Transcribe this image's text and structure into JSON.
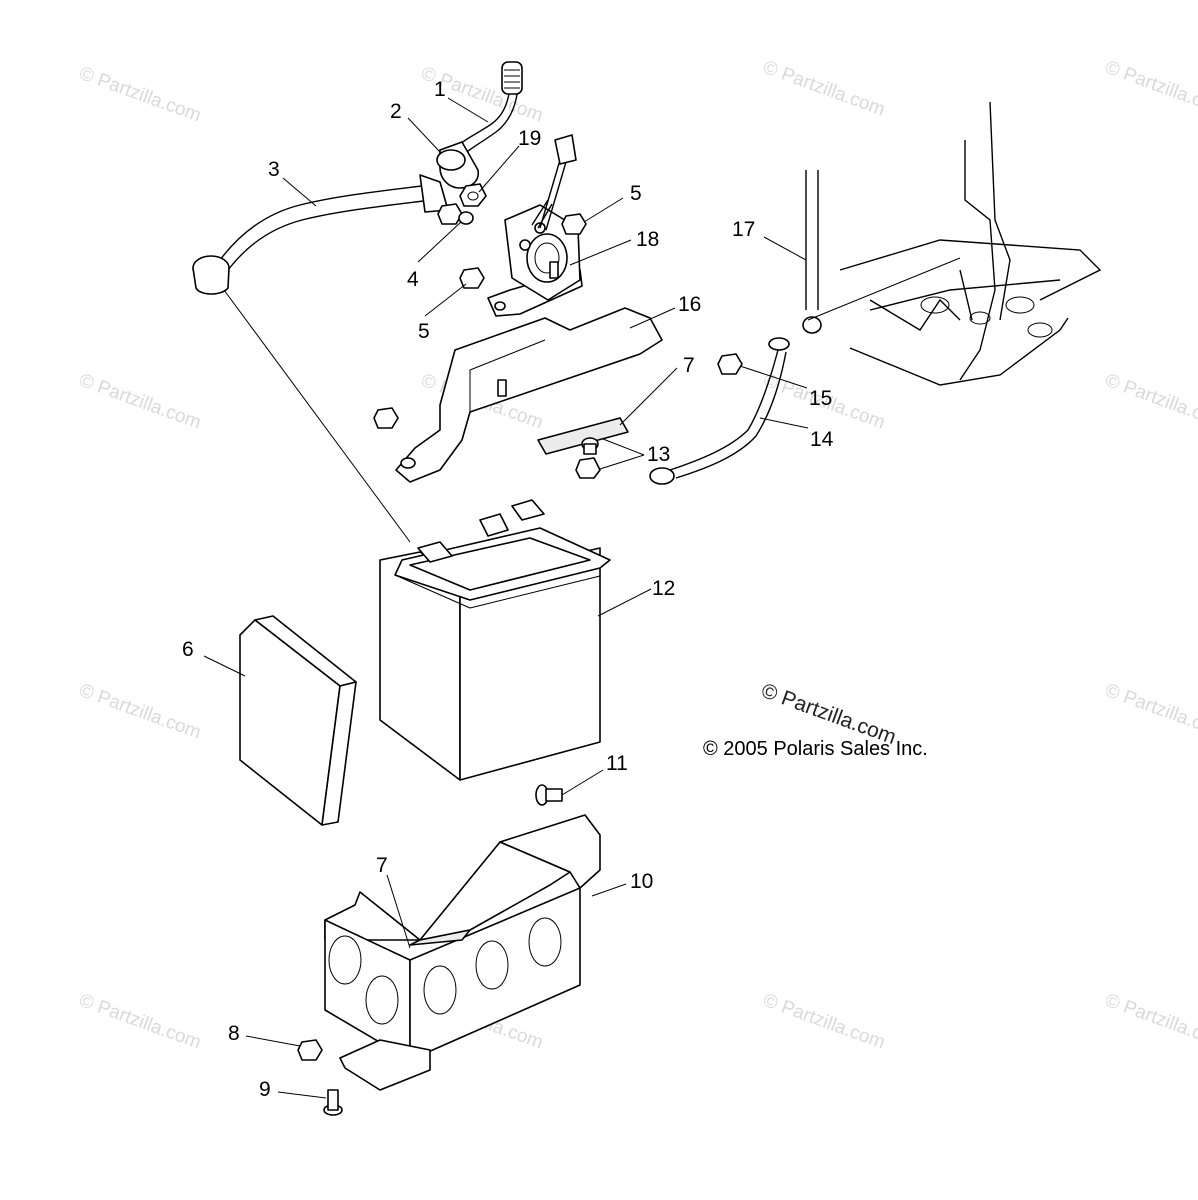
{
  "callouts": [
    {
      "id": "1",
      "label": "1"
    },
    {
      "id": "2",
      "label": "2"
    },
    {
      "id": "3",
      "label": "3"
    },
    {
      "id": "19",
      "label": "19"
    },
    {
      "id": "5a",
      "label": "5"
    },
    {
      "id": "4",
      "label": "4"
    },
    {
      "id": "18",
      "label": "18"
    },
    {
      "id": "5b",
      "label": "5"
    },
    {
      "id": "16",
      "label": "16"
    },
    {
      "id": "7a",
      "label": "7"
    },
    {
      "id": "17",
      "label": "17"
    },
    {
      "id": "15",
      "label": "15"
    },
    {
      "id": "14",
      "label": "14"
    },
    {
      "id": "13",
      "label": "13"
    },
    {
      "id": "12",
      "label": "12"
    },
    {
      "id": "6",
      "label": "6"
    },
    {
      "id": "11",
      "label": "11"
    },
    {
      "id": "7b",
      "label": "7"
    },
    {
      "id": "10",
      "label": "10"
    },
    {
      "id": "8",
      "label": "8"
    },
    {
      "id": "9",
      "label": "9"
    }
  ],
  "watermark": "© Partzilla.com",
  "watermark_main": "© Partzilla.com",
  "copyright": "© 2005 Polaris Sales Inc."
}
